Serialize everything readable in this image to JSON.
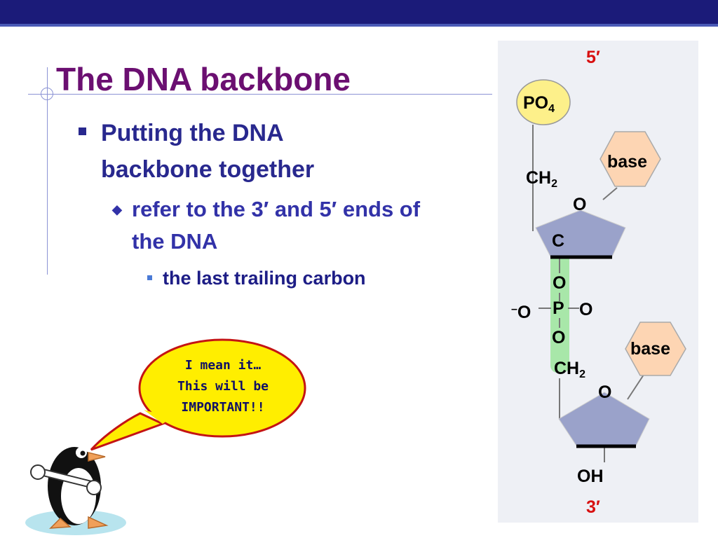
{
  "title": "The DNA backbone",
  "bullets": {
    "level1": "Putting the DNA backbone together",
    "level2": "refer to the 3′ and 5′ ends of the DNA",
    "level3": "the last trailing carbon"
  },
  "speech_bubble": {
    "line1": "I mean it…",
    "line2": "This will be",
    "line3": "IMPORTANT!!"
  },
  "diagram": {
    "five_prime": "5′",
    "three_prime": "3′",
    "po4_text": "PO",
    "po4_sub": "4",
    "base_top": "base",
    "base_bottom": "base",
    "ch2_top_text": "CH",
    "ch2_top_sub": "2",
    "ch2_bottom_text": "CH",
    "ch2_bottom_sub": "2",
    "ring_o_top": "O",
    "ring_o_bottom": "O",
    "carbon": "C",
    "o_above_p": "O",
    "o_left_minus": "–",
    "o_left": "O",
    "phosphorus": "P",
    "o_right": "O",
    "o_below_p": "O",
    "oh": "OH"
  },
  "colors": {
    "title": "#6b0f71",
    "bullet_text": "#28288e",
    "top_bar": "#1b1b79",
    "prime_labels": "#d80f0f",
    "phosphate_circle": "#fdf08a",
    "base_hexagon": "#fdd5b3",
    "sugar_ring": "#9aa2ca",
    "bond_highlight": "#9be59b",
    "bubble_fill": "#ffee00",
    "bubble_border": "#c41414"
  },
  "icons": {
    "mascot": "penguin-holding-wrench-icon"
  }
}
